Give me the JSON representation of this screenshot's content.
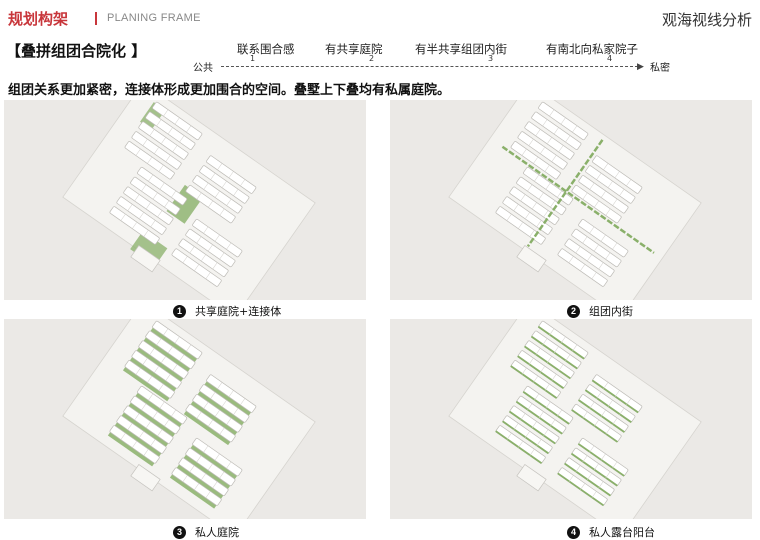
{
  "header": {
    "brand_cn": "规划构架",
    "brand_en": "PLANING FRAME",
    "analysis_title": "观海视线分析"
  },
  "section": {
    "title": "【叠拼组团合院化 】"
  },
  "scale": {
    "public_label": "公共",
    "private_label": "私密",
    "steps": [
      {
        "label": "联系围合感",
        "num": "1"
      },
      {
        "label": "有共享庭院",
        "num": "2"
      },
      {
        "label": "有半共享组团内街",
        "num": "3"
      },
      {
        "label": "有南北向私家院子",
        "num": "4"
      }
    ]
  },
  "description": "组团关系更加紧密，连接体形成更加围合的空间。叠墅上下叠均有私属庭院。",
  "panels": [
    {
      "num": "1",
      "caption": "共享庭院+连接体",
      "highlight": "shared-courtyard"
    },
    {
      "num": "2",
      "caption": "组团内街",
      "highlight": "internal-street"
    },
    {
      "num": "3",
      "caption": "私人庭院",
      "highlight": "private-courtyard"
    },
    {
      "num": "4",
      "caption": "私人露台阳台",
      "highlight": "terrace-balcony"
    }
  ],
  "colors": {
    "brand_red": "#c8363b",
    "green": "#8ab06a",
    "panel_bg": "#ebe9e6"
  }
}
